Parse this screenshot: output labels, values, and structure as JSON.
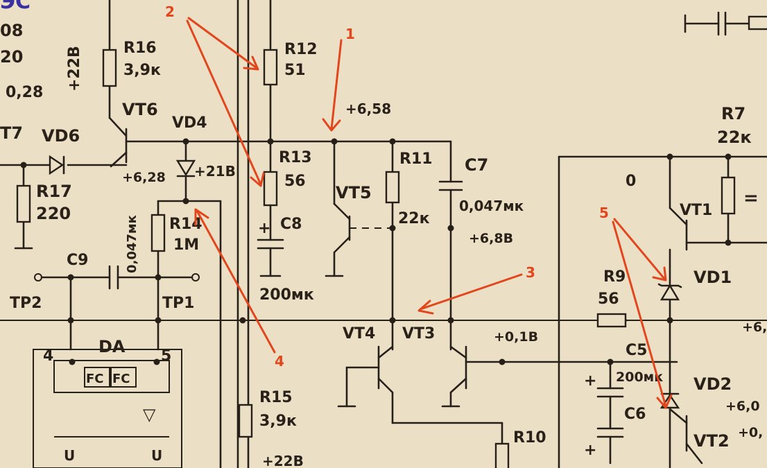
{
  "colors": {
    "paper": "#ebdfc6",
    "ink": "#262018",
    "annotation": "#e2461c",
    "corner": "#3a30a0"
  },
  "corner": {
    "fragment": "ЭС"
  },
  "left_fragments": {
    "f1": "08",
    "f2": "20",
    "f3": "0,28",
    "f4": "T7"
  },
  "components": {
    "r16": {
      "name": "R16",
      "value": "3,9к"
    },
    "r12": {
      "name": "R12",
      "value": "51"
    },
    "r13": {
      "name": "R13",
      "value": "56"
    },
    "r11": {
      "name": "R11",
      "value": "22к"
    },
    "r17": {
      "name": "R17",
      "value": "220"
    },
    "r14": {
      "name": "R14",
      "value": "1М"
    },
    "r15": {
      "name": "R15",
      "value": "3,9к"
    },
    "r10": {
      "name": "R10"
    },
    "r9": {
      "name": "R9",
      "value": "56"
    },
    "r7": {
      "name": "R7",
      "value": "22к"
    },
    "c7": {
      "name": "C7",
      "value": "0,047мк"
    },
    "c8": {
      "name": "C8",
      "value": "200мк"
    },
    "c9": {
      "name": "C9",
      "value": "0,047мк"
    },
    "c5": {
      "name": "C5",
      "value": "200мк"
    },
    "c6": {
      "name": "C6"
    },
    "vt6": {
      "name": "VT6"
    },
    "vt5": {
      "name": "VT5"
    },
    "vt4": {
      "name": "VT4"
    },
    "vt3": {
      "name": "VT3"
    },
    "vt1": {
      "name": "VT1"
    },
    "vt2": {
      "name": "VT2"
    },
    "vd6": {
      "name": "VD6"
    },
    "vd4": {
      "name": "VD4"
    },
    "vd1": {
      "name": "VD1"
    },
    "vd2": {
      "name": "VD2"
    },
    "da": {
      "name": "DA",
      "pin4": "4",
      "pin5": "5",
      "fc1": "FC",
      "fc2": "FC",
      "tri": "▽",
      "u1": "U",
      "u2": "U"
    }
  },
  "test_points": {
    "tp1": "TP1",
    "tp2": "TP2"
  },
  "voltages": {
    "v_22_top": "+22В",
    "v_628": "+6,28",
    "v_658": "+6,58",
    "v_218": "+21В",
    "v_68": "+6,8В",
    "v_018": "+0,1В",
    "v_0": "0",
    "v_22_bot": "+22В",
    "v_edge1": "+6,",
    "v_edge2": "+6,0",
    "v_edge3": "+0,"
  },
  "annotations": {
    "a1": "1",
    "a2": "2",
    "a3": "3",
    "a4": "4",
    "a5": "5"
  }
}
